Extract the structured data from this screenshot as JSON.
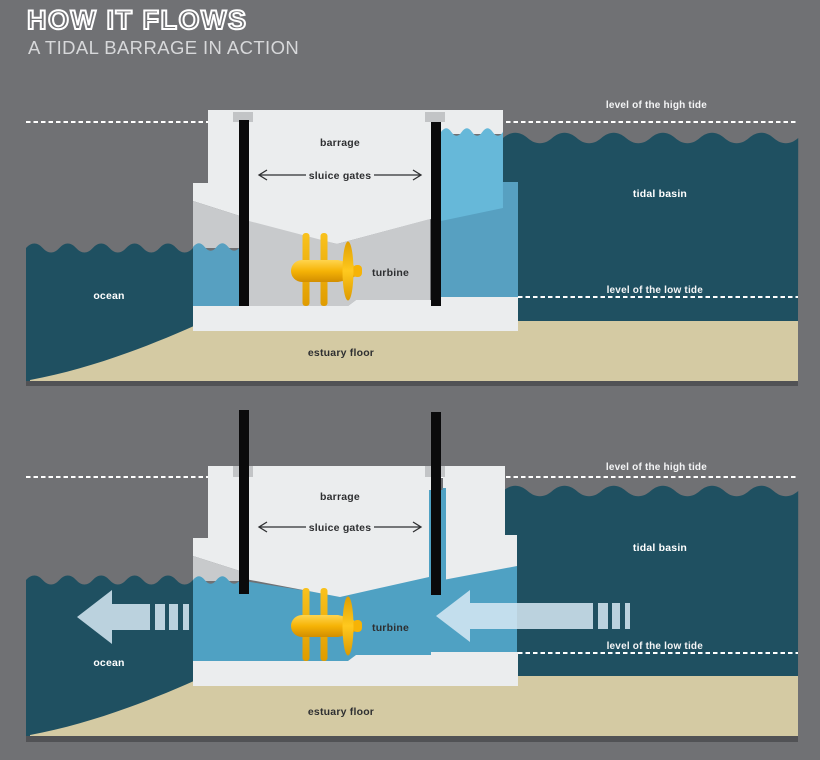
{
  "header": {
    "title": "HOW IT FLOWS",
    "subtitle": "A TIDAL BARRAGE IN ACTION"
  },
  "colors": {
    "background": "#707174",
    "deep_water": "#1f5061",
    "flow_water": "#4fa1c3",
    "forebay_light": "#66b8d9",
    "forebay_mid": "#57a0c1",
    "structure": "#ebedee",
    "structure_shadow": "#c8cacc",
    "slot_gray": "#c2c4c6",
    "sand": "#d4caa3",
    "ground_line": "#515255",
    "gate": "#0a0a0b",
    "arrow": "#d7e9f4",
    "tide_line": "#ffffff",
    "turbine_light": "#ffd44e",
    "turbine_mid": "#f6b306",
    "turbine_dark": "#d28e00",
    "label_dark": "#2e2f31",
    "label_light": "#ffffff"
  },
  "panels": [
    {
      "name": "high-tide-gates-closed",
      "labels": {
        "high_tide": "level of the high tide",
        "low_tide": "level of the low tide",
        "tidal_basin": "tidal basin",
        "ocean": "ocean",
        "barrage": "barrage",
        "sluice_gates": "sluice gates",
        "turbine": "turbine",
        "estuary_floor": "estuary floor"
      }
    },
    {
      "name": "gates-open-outflow",
      "labels": {
        "high_tide": "level of the high tide",
        "low_tide": "level of the low tide",
        "tidal_basin": "tidal basin",
        "ocean": "ocean",
        "barrage": "barrage",
        "sluice_gates": "sluice gates",
        "turbine": "turbine",
        "estuary_floor": "estuary floor"
      }
    }
  ]
}
